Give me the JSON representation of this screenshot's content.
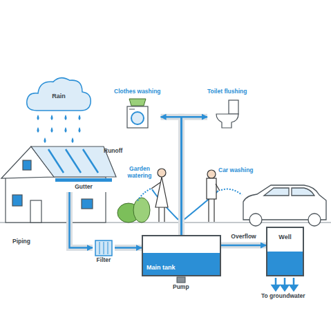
{
  "diagram": {
    "nodes": [
      {
        "text": [
          "Rain"
        ]
      },
      {
        "text": [
          "Gutter"
        ]
      },
      {
        "text": [
          "Filter"
        ]
      },
      {
        "text": [
          "Main tank"
        ]
      },
      {
        "text": [
          "Well"
        ]
      },
      {
        "text": [
          "Clothes washing"
        ]
      },
      {
        "text": [
          "Toilet flushing"
        ]
      }
    ],
    "edges": [
      {
        "from": 1,
        "to": 2,
        "arrow": "to"
      },
      {
        "from": 2,
        "to": 3,
        "arrow": "to"
      },
      {
        "from": 3,
        "to": 4,
        "label": "Overflow",
        "arrow": "to"
      },
      {
        "from": 3,
        "to": 5,
        "arrow": "to"
      },
      {
        "from": 3,
        "to": 6,
        "arrow": "to"
      }
    ],
    "labels": [
      "Runoff",
      "Piping",
      "Pump",
      "To groundwater",
      "Garden watering",
      "Car washing"
    ]
  }
}
